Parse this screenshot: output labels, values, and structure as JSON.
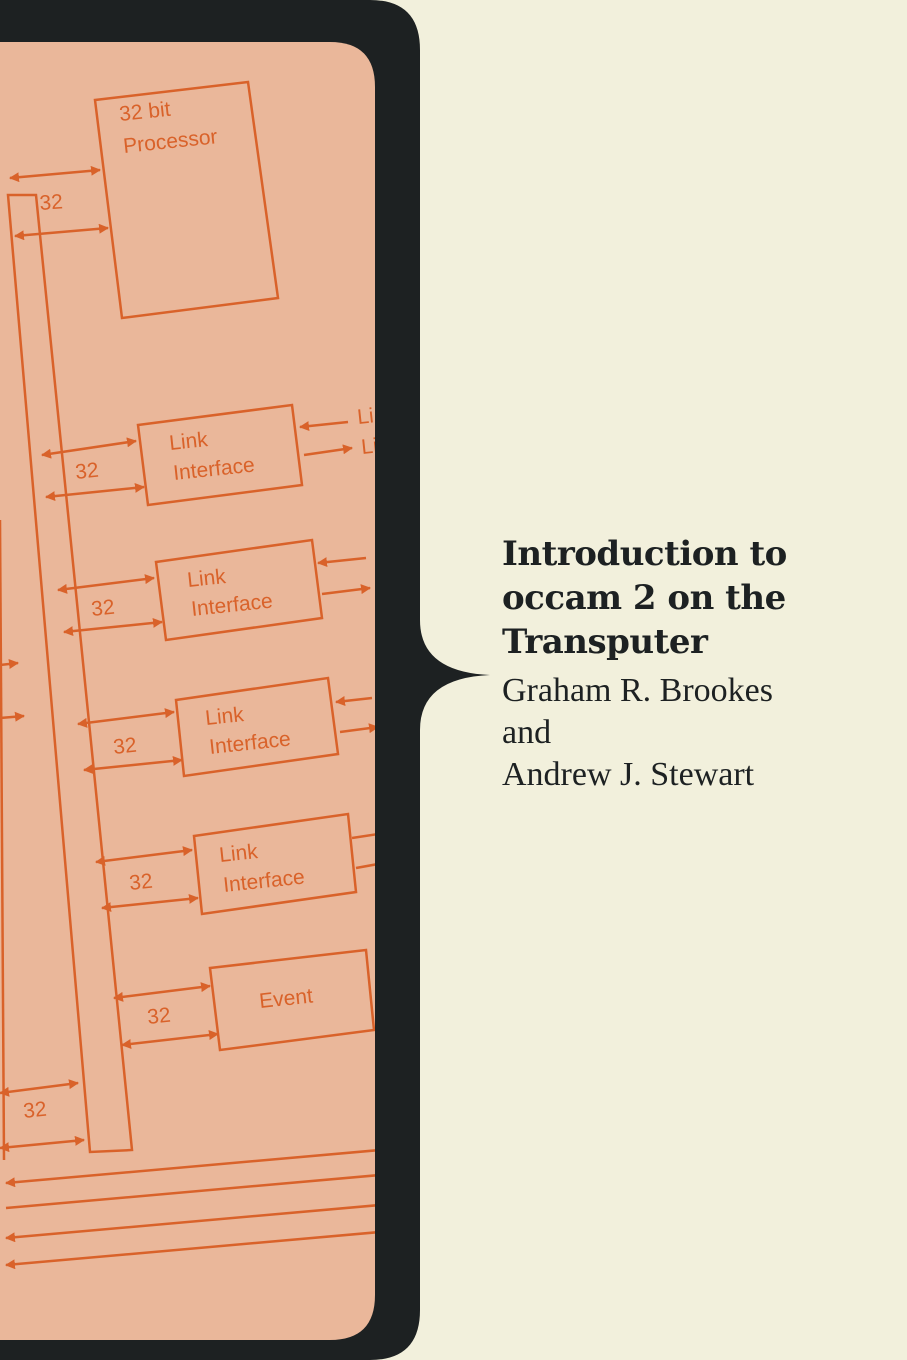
{
  "cover": {
    "title_lines": [
      "Introduction to",
      "occam 2 on the",
      "Transputer"
    ],
    "authors": {
      "first": "Graham R. Brookes",
      "conjunction": "and",
      "second": "Andrew J. Stewart"
    }
  },
  "diagram": {
    "processor_label_1": "32 bit",
    "processor_label_2": "Processor",
    "bus_width": "32",
    "link_label_1": "Link",
    "link_label_2": "Interface",
    "event_label": "Event",
    "link_edge_text": "Li"
  },
  "colors": {
    "background": "#f2f0dc",
    "brace": "#1d2122",
    "panel": "#eab79a",
    "diagram_lines": "#d9622a",
    "text": "#1d2122"
  }
}
